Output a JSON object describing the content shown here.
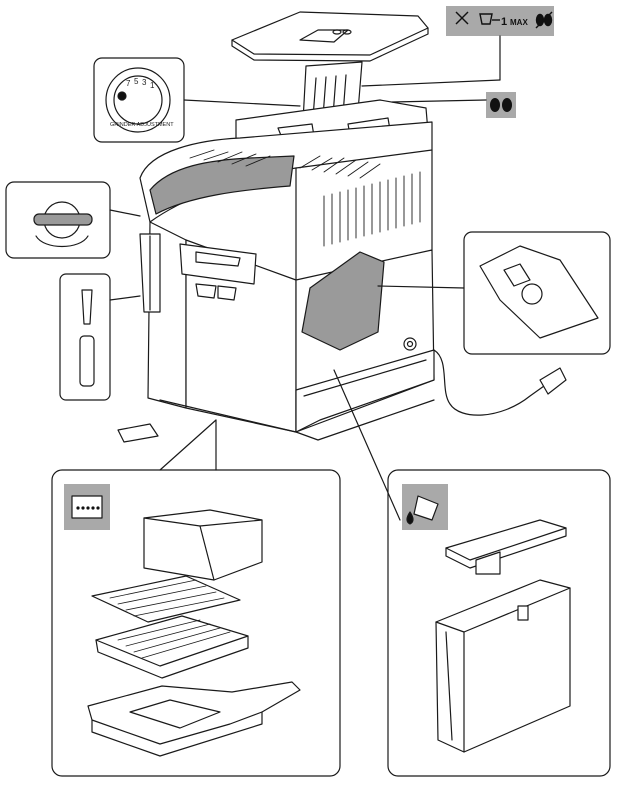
{
  "grinder_dial": {
    "numbers": [
      "7",
      "5",
      "3",
      "1"
    ],
    "caption": "GRINDER ADJUSTMENT"
  },
  "top_badge": {
    "count_text": "1",
    "unit_text": "MAX"
  },
  "colors": {
    "line": "#1a1a1a",
    "badge_fill": "#a9a9a9",
    "panel_fill": "#9a9a9a",
    "white": "#ffffff"
  },
  "icons": [
    "no-ground-coffee-icon",
    "scoop-icon",
    "no-beans-icon",
    "coffee-beans-icon",
    "steam-hot-water-icon",
    "drip-tray-icon",
    "water-tank-icon"
  ]
}
